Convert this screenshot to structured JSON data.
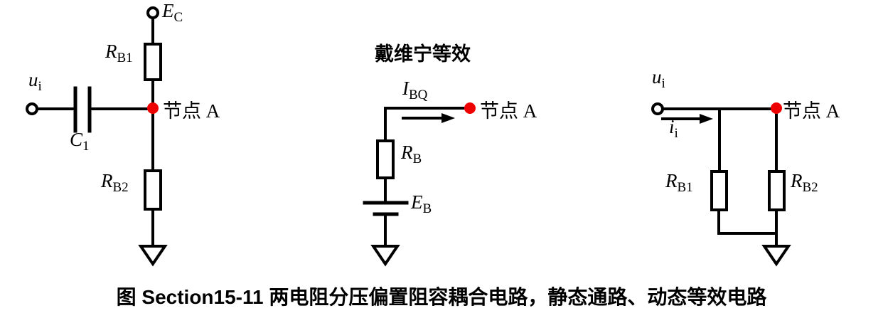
{
  "colors": {
    "wire": "#000000",
    "node_dot": "#ee0000",
    "label": "#000000",
    "background": "#ffffff"
  },
  "caption": "图 Section15-11 两电阻分压偏置阻容耦合电路，静态通路、动态等效电路",
  "circuits": {
    "bias": {
      "supply_label": {
        "main": "E",
        "sub": "C"
      },
      "rb1_label": {
        "main": "R",
        "sub": "B1"
      },
      "rb2_label": {
        "main": "R",
        "sub": "B2"
      },
      "input_label": {
        "main": "u",
        "sub": "i"
      },
      "cap_label": {
        "main": "C",
        "sub": "1"
      },
      "node_label": "节点 A"
    },
    "thevenin": {
      "title": "戴维宁等效",
      "current_label": {
        "main": "I",
        "sub": "BQ"
      },
      "rb_label": {
        "main": "R",
        "sub": "B"
      },
      "eb_label": {
        "main": "E",
        "sub": "B"
      },
      "node_label": "节点 A"
    },
    "dynamic": {
      "input_label": {
        "main": "u",
        "sub": "i"
      },
      "current_label": {
        "main": "i",
        "sub": "i"
      },
      "rb1_label": {
        "main": "R",
        "sub": "B1"
      },
      "rb2_label": {
        "main": "R",
        "sub": "B2"
      },
      "node_label": "节点 A"
    }
  }
}
